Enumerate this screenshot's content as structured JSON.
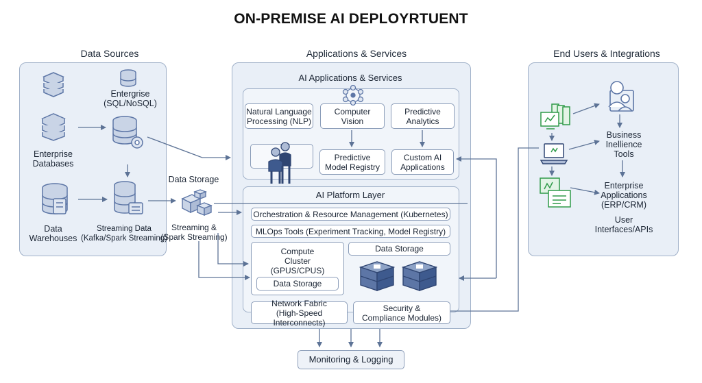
{
  "title": "ON-PREMISE AI DEPLOYRTUENT",
  "sections": {
    "data_sources": "Data Sources",
    "applications_services": "Applications & Services",
    "end_users": "End Users & Integrations"
  },
  "data_sources": {
    "enterprise": "Entergrise\n(SQL/NoSQL)",
    "enterprise_databases": "Enterprise\nDatabases",
    "data_warehouses": "Data\nWarehouses",
    "streaming_data": "Streaming Data\n(Kafka/Spark Streaming)",
    "data_storage": "Data Storage",
    "streaming_spark": "Streaming &\n(Spark Streaming)"
  },
  "ai_apps": {
    "header": "AI Applications & Services",
    "nlp": "Natural Language\nProcessing (NLP)",
    "computer_vision": "Computer\nVision",
    "predictive_analytics": "Predictive\nAnalytics",
    "model_registry": "Predictive\nModel Registry",
    "custom_ai": "Custom AI\nApplications"
  },
  "platform": {
    "header": "AI Platform Layer",
    "orchestration": "Orchestration & Resource Management (Kubernetes)",
    "mlops": "MLOps Tools (Experiment Tracking, Model Registry)",
    "compute": "Compute\nCluster\n(GPUS/CPUS)",
    "compute_storage": "Data Storage",
    "data_storage": "Data Storage",
    "network": "Network Fabric\n(High-Speed Interconnects)",
    "security": "Security &\nCompliance Modules)"
  },
  "monitoring": "Monitoring & Logging",
  "end_users": {
    "bi": "Business\nInellience\nTools",
    "enterprise_apps": "Enterprise\nApplications\n(ERP/CRM)",
    "user_interfaces": "User\nInterfaces/APIs"
  },
  "colors": {
    "panel_bg": "#e9eff7",
    "border": "#9fb0c8",
    "icon_blue": "#5d76a6",
    "icon_green": "#2f9a48",
    "arrow": "#5d7396"
  }
}
